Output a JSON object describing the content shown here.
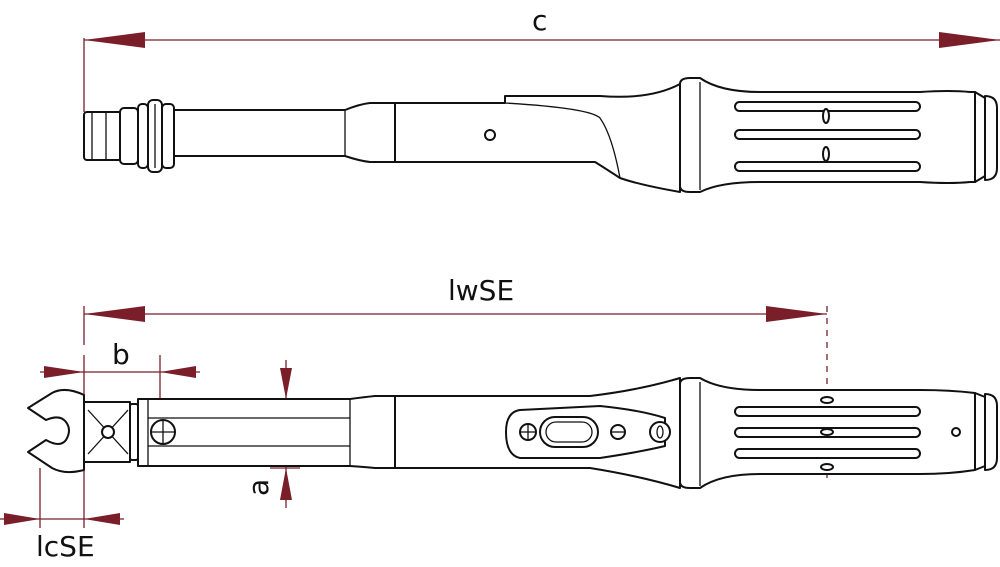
{
  "colors": {
    "line": "#111111",
    "dimension": "#7a1f2a",
    "background": "#ffffff"
  },
  "labels": {
    "c": "c",
    "lwSE": "lwSE",
    "b": "b",
    "a": "a",
    "lcSE": "lcSE"
  }
}
